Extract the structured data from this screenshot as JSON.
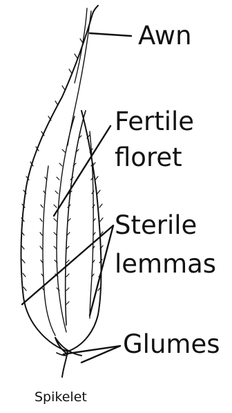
{
  "labels": {
    "awn": "Awn",
    "fertile_floret_line1": "Fertile",
    "fertile_floret_line2": "floret",
    "sterile_lemmas_line1": "Sterile",
    "sterile_lemmas_line2": "lemmas",
    "glumes": "Glumes"
  },
  "caption": "Spikelet",
  "colors": {
    "ink": "#111111",
    "background": "#ffffff"
  }
}
